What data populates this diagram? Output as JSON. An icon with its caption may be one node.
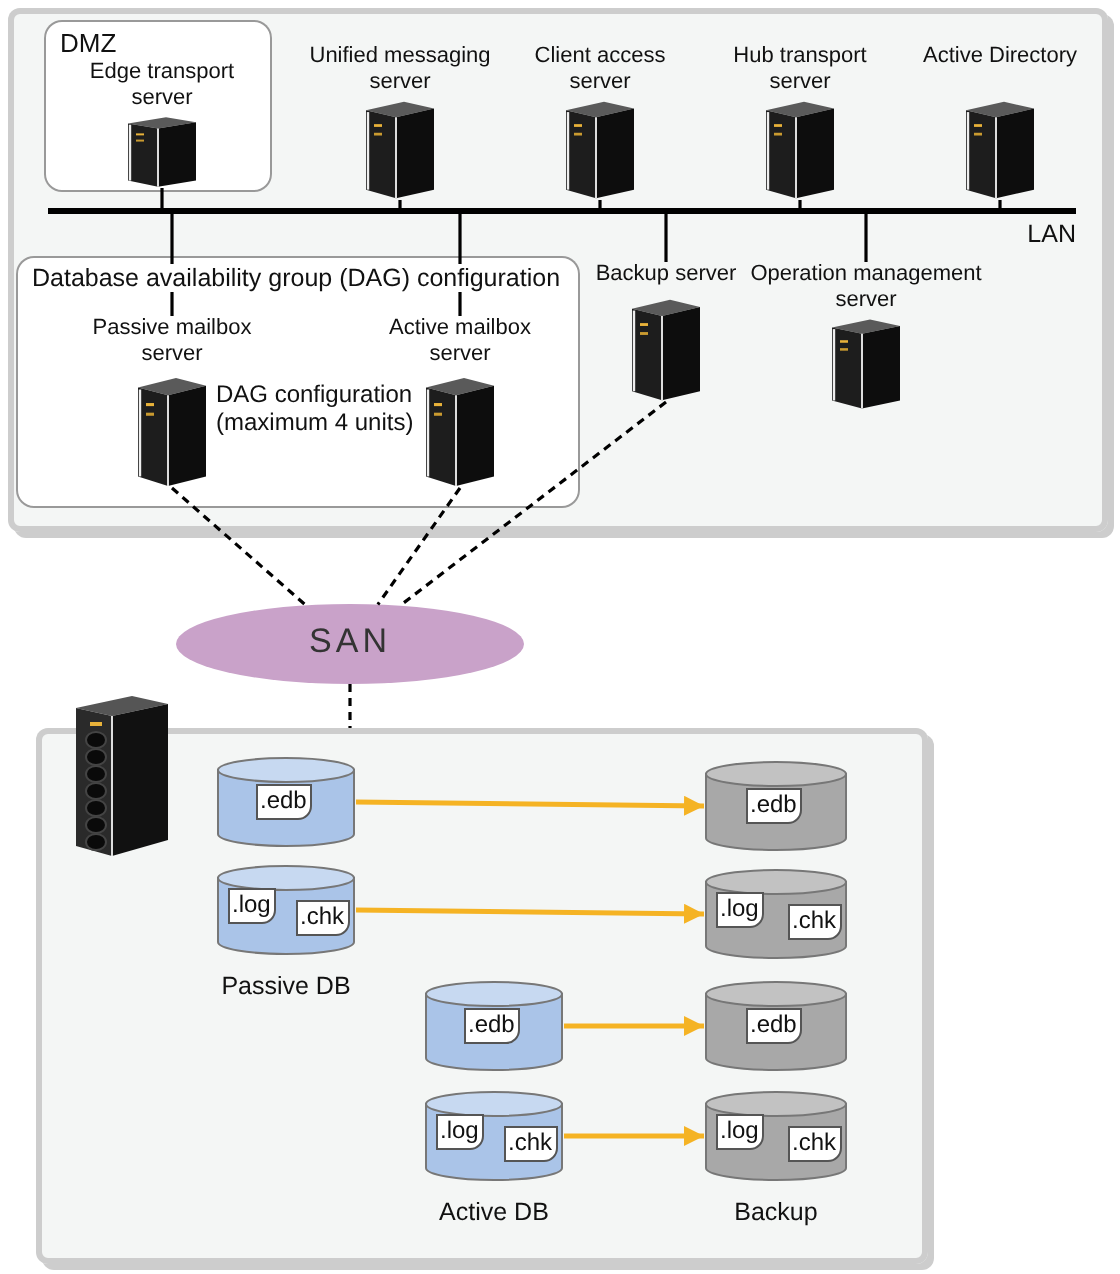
{
  "diagram": {
    "nodes": [
      {
        "text": [],
        "shape": "box"
      },
      {
        "text": [
          "DMZ"
        ],
        "in": 0
      },
      {
        "text": [
          "Edge transport server"
        ],
        "in": 1
      },
      {
        "text": [
          "Unified messaging server"
        ],
        "in": 0
      },
      {
        "text": [
          "Client access server"
        ],
        "in": 0
      },
      {
        "text": [
          "Hub transport server"
        ],
        "in": 0
      },
      {
        "text": [
          "Active Directory"
        ],
        "in": 0
      },
      {
        "text": [],
        "shape": "bar",
        "in": 0,
        "beside": [
          "LAN"
        ]
      },
      {
        "text": [
          "Database availability group (DAG) configuration",
          "DAG configuration (maximum 4 units)"
        ],
        "in": 0
      },
      {
        "text": [
          "Passive mailbox server"
        ],
        "in": 8
      },
      {
        "text": [
          "Active mailbox server"
        ],
        "in": 8
      },
      {
        "text": [
          "Backup server"
        ],
        "in": 0
      },
      {
        "text": [
          "Operation management server"
        ],
        "in": 0
      },
      {
        "text": [
          "SAN"
        ]
      },
      {
        "text": [],
        "shape": "box"
      },
      {
        "text": [
          ".edb"
        ],
        "in": 14
      },
      {
        "text": [
          ".log",
          ".chk"
        ],
        "in": 14,
        "beside": [
          "Passive DB"
        ]
      },
      {
        "text": [
          ".edb"
        ],
        "in": 14
      },
      {
        "text": [
          ".log",
          ".chk"
        ],
        "in": 14,
        "beside": [
          "Active DB"
        ]
      },
      {
        "text": [
          ".edb"
        ],
        "in": 14
      },
      {
        "text": [
          ".log",
          ".chk"
        ],
        "in": 14
      },
      {
        "text": [
          ".edb"
        ],
        "in": 14
      },
      {
        "text": [
          ".log",
          ".chk"
        ],
        "in": 14,
        "beside": [
          "Backup"
        ]
      }
    ],
    "edges": [
      {
        "from": 2,
        "to": 7,
        "arrow": "none"
      },
      {
        "from": 3,
        "to": 7,
        "arrow": "none"
      },
      {
        "from": 4,
        "to": 7,
        "arrow": "none"
      },
      {
        "from": 5,
        "to": 7,
        "arrow": "none"
      },
      {
        "from": 6,
        "to": 7,
        "arrow": "none"
      },
      {
        "from": 7,
        "to": 9,
        "arrow": "none"
      },
      {
        "from": 7,
        "to": 10,
        "arrow": "none"
      },
      {
        "from": 7,
        "to": 11,
        "arrow": "none"
      },
      {
        "from": 7,
        "to": 12,
        "arrow": "none"
      },
      {
        "from": 9,
        "to": 13,
        "arrow": "none",
        "style": "dashed"
      },
      {
        "from": 10,
        "to": 13,
        "arrow": "none",
        "style": "dashed"
      },
      {
        "from": 11,
        "to": 13,
        "arrow": "none",
        "style": "dashed"
      },
      {
        "from": 13,
        "to": 14,
        "arrow": "none",
        "style": "dashed"
      },
      {
        "from": 15,
        "to": 19,
        "arrow": "to",
        "color": "#f5b324"
      },
      {
        "from": 16,
        "to": 20,
        "arrow": "to",
        "color": "#f5b324"
      },
      {
        "from": 17,
        "to": 21,
        "arrow": "to",
        "color": "#f5b324"
      },
      {
        "from": 18,
        "to": 22,
        "arrow": "to",
        "color": "#f5b324"
      }
    ]
  }
}
